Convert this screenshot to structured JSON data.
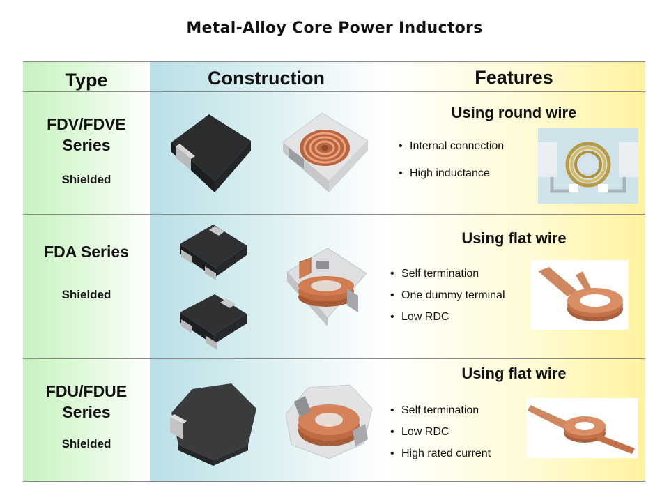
{
  "title": "Metal-Alloy Core Power Inductors",
  "headers": {
    "type": "Type",
    "construction": "Construction",
    "features": "Features"
  },
  "rows": [
    {
      "type_name": "FDV/FDVE Series",
      "shielding": "Shielded",
      "feature_title": "Using round wire",
      "bullets": [
        "Internal connection",
        "High inductance"
      ]
    },
    {
      "type_name": "FDA Series",
      "shielding": "Shielded",
      "feature_title": "Using flat wire",
      "bullets": [
        "Self termination",
        "One dummy terminal",
        "Low RDC"
      ]
    },
    {
      "type_name": "FDU/FDUE Series",
      "shielding": "Shielded",
      "feature_title": "Using flat  wire",
      "bullets": [
        "Self termination",
        "Low RDC",
        "High rated current"
      ]
    }
  ],
  "colors": {
    "type_column": "#c7f2c0",
    "construction_column": "#b9dfe6",
    "features_column": "#fff3a0",
    "copper": "#c87b55",
    "inductor_body": "#3c3d3f"
  }
}
